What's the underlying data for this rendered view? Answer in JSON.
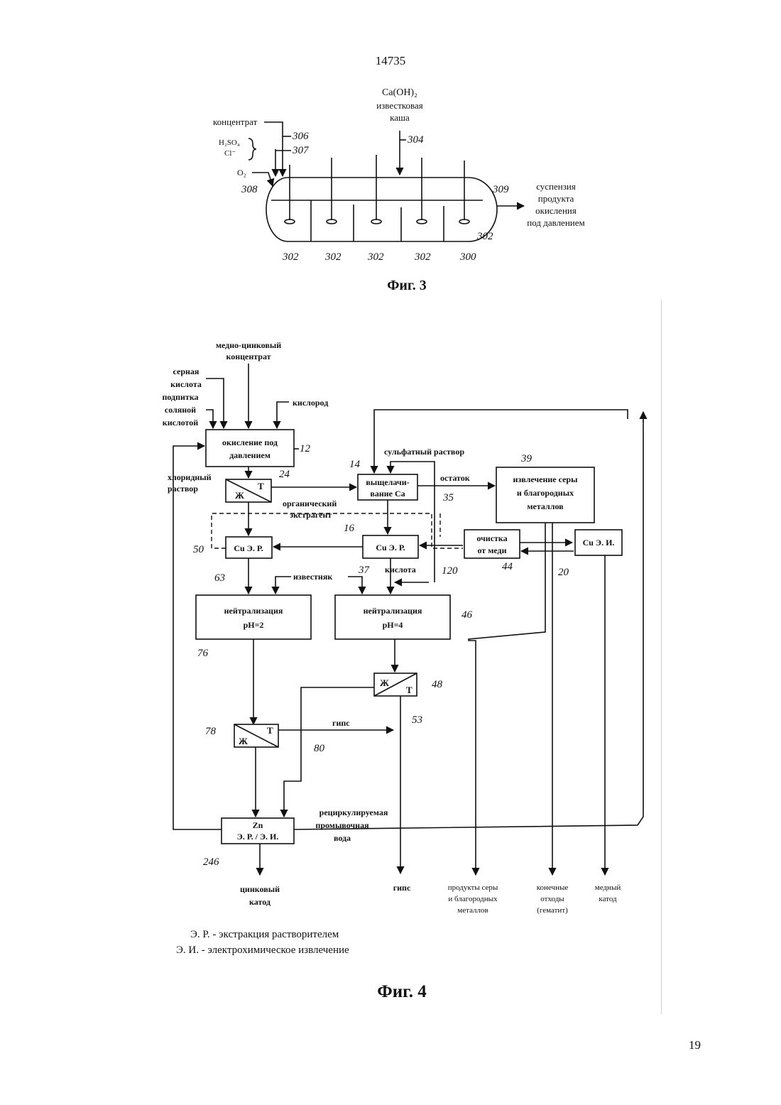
{
  "page": {
    "doc_number": "14735",
    "page_number": "19"
  },
  "fig3": {
    "caption": "Фиг. 3",
    "inputs": {
      "lime_formula": "Ca(OH)₂",
      "lime_line1": "известковая",
      "lime_line2": "каша",
      "concentrate": "концентрат",
      "acid": "H₂SO₄",
      "chloride": "Cl⁻",
      "oxygen": "O₂"
    },
    "output": [
      "суспензия",
      "продукта",
      "окисления",
      "под давлением"
    ],
    "refs": {
      "r304": "304",
      "r306": "306",
      "r307": "307",
      "r308": "308",
      "r309": "309",
      "r302a": "302",
      "r302b": "302",
      "r302c": "302",
      "r302d": "302",
      "r300": "300",
      "r302e": "302"
    }
  },
  "fig4": {
    "caption": "Фиг. 4",
    "inputs": {
      "feed": [
        "медно-цинковый",
        "концентрат"
      ],
      "sulfuric": [
        "серная",
        "кислота"
      ],
      "hcl": [
        "подпитка",
        "соляной",
        "кислотой"
      ],
      "oxygen": "кислород"
    },
    "blocks": {
      "oxidation": [
        "окисление под",
        "давлением"
      ],
      "lt_top": {
        "l": "Ж",
        "t": "Т"
      },
      "leach": [
        "выщелачи-",
        "вание Ca"
      ],
      "sulfur": [
        "извлечение серы",
        "и благородных",
        "металлов"
      ],
      "cu_sx_left": "Cu Э. Р.",
      "cu_sx_mid": "Cu Э. Р.",
      "cu_purif": [
        "очистка",
        "от меди"
      ],
      "cu_ew": "Cu Э. И.",
      "neut2": [
        "нейтрализация",
        "pH=2"
      ],
      "neut4": [
        "нейтрализация",
        "pH=4"
      ],
      "lt_48": {
        "l": "Ж",
        "t": "Т"
      },
      "lt_78": {
        "l": "Ж",
        "t": "Т"
      },
      "zn": [
        "Zn",
        "Э. Р. / Э. И."
      ]
    },
    "streams": {
      "chloride": [
        "хлоридный",
        "раствор"
      ],
      "organic": [
        "органический",
        "экстрагент"
      ],
      "sulfate": "сульфатный раствор",
      "residue": "остаток",
      "limestone": "известняк",
      "acid": "кислота",
      "gypsum_mid": "гипс",
      "recycle": [
        "рециркулируемая",
        "промывочная",
        "вода"
      ]
    },
    "outputs": {
      "zinc_cathode": [
        "цинковый",
        "катод"
      ],
      "gypsum": "гипс",
      "sulfur_products": [
        "продукты серы",
        "и благородных",
        "металлов"
      ],
      "tailings": [
        "конечные",
        "отходы",
        "(гематит)"
      ],
      "copper_cathode": [
        "медный",
        "катод"
      ]
    },
    "refs": {
      "r12": "12",
      "r24": "24",
      "r14": "14",
      "r35": "35",
      "r39": "39",
      "r16": "16",
      "r50": "50",
      "r44": "44",
      "r20": "20",
      "r120": "120",
      "r63": "63",
      "r37": "37",
      "r46": "46",
      "r76": "76",
      "r48": "48",
      "r53": "53",
      "r78": "78",
      "r80": "80",
      "r246": "246"
    },
    "legend": [
      "Э. Р. - экстракция растворителем",
      "Э. И. - электрохимическое извлечение"
    ]
  }
}
